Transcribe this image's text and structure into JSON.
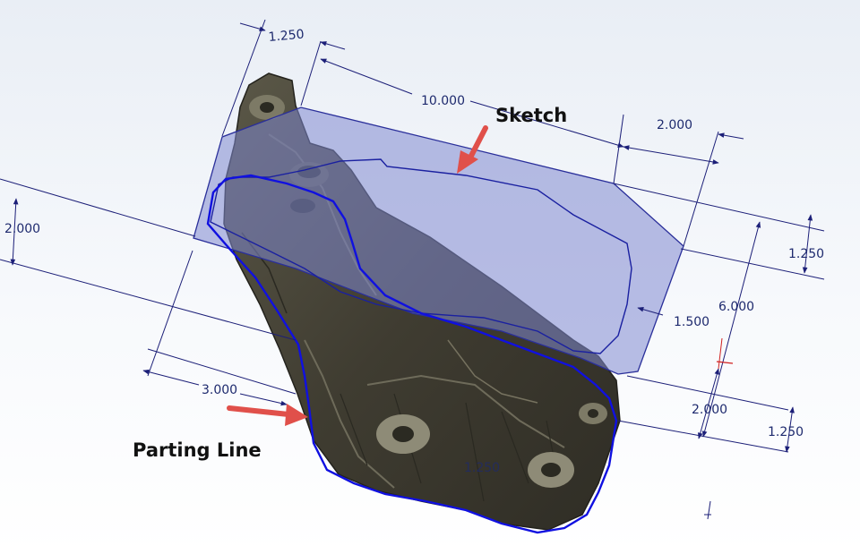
{
  "callouts": {
    "sketch": "Sketch",
    "parting_line": "Parting Line"
  },
  "dimensions": {
    "d_top_1250": "1.250",
    "d_top_10000": "10.000",
    "d_right_2000": "2.000",
    "d_left_2000": "2.000",
    "d_right_1250_upper": "1.250",
    "d_right_6000": "6.000",
    "d_right_1500": "1.500",
    "d_bottom_3000": "3.000",
    "d_right_2000_lower": "2.000",
    "d_right_1250_lower": "1.250",
    "d_part_1250": "1.250"
  },
  "colors": {
    "background_top": "#e9eef5",
    "background_bottom": "#ffffff",
    "part_body": "#4a4739",
    "part_highlight": "#8a8775",
    "sketch_fill": "#8f97d6",
    "sketch_edge": "#2a2f9a",
    "parting_line": "#1010e0",
    "dimension": "#1c1f78",
    "callout_arrow": "#e0504a"
  }
}
